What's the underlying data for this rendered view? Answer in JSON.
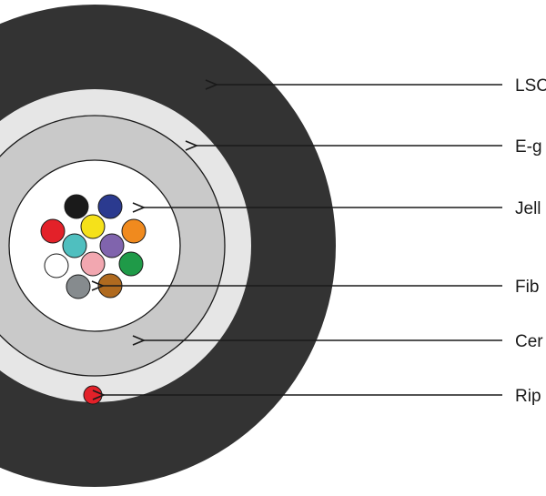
{
  "diagram": {
    "layers": {
      "outer_jacket_color": "#333333",
      "outer_ring_color": "#e6e6e6",
      "inner_ring_color": "#c9c9c9",
      "core_color": "#ffffff",
      "outline_color": "#1a1a1a"
    },
    "fibers": [
      {
        "name": "black",
        "color": "#1a1a1a"
      },
      {
        "name": "blue",
        "color": "#2b3a8f"
      },
      {
        "name": "red",
        "color": "#e32129"
      },
      {
        "name": "yellow",
        "color": "#f5e11a"
      },
      {
        "name": "orange",
        "color": "#f08a1e"
      },
      {
        "name": "aqua",
        "color": "#4fbfbf"
      },
      {
        "name": "violet",
        "color": "#8064ad"
      },
      {
        "name": "white",
        "color": "#ffffff"
      },
      {
        "name": "rose",
        "color": "#f2a7b0"
      },
      {
        "name": "green",
        "color": "#1f9a48"
      },
      {
        "name": "slate",
        "color": "#868b8e"
      },
      {
        "name": "brown",
        "color": "#b06a1f"
      }
    ],
    "ripcord_color": "#e32129",
    "callouts": [
      {
        "label": "LSC"
      },
      {
        "label": "E-g"
      },
      {
        "label": "Jell"
      },
      {
        "label": "Fib"
      },
      {
        "label": "Cer"
      },
      {
        "label": "Rip"
      }
    ]
  }
}
